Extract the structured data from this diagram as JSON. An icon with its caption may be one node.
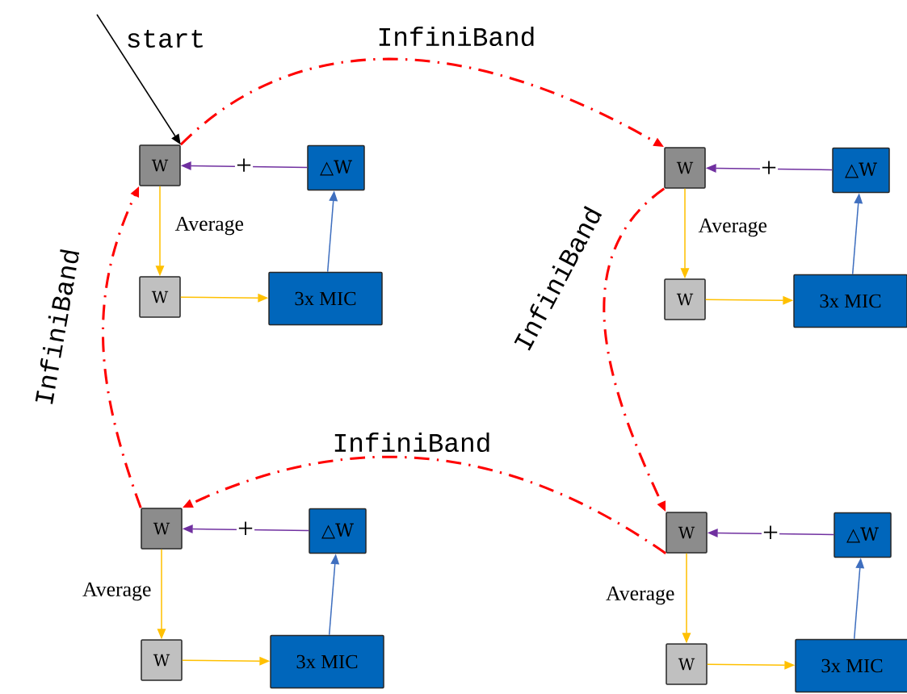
{
  "diagram": {
    "nodes": [
      {
        "text": [
          "W"
        ]
      },
      {
        "text": [
          "△W"
        ]
      },
      {
        "text": [
          "W"
        ]
      },
      {
        "text": [
          "3x MIC"
        ]
      },
      {
        "text": [
          "W"
        ]
      },
      {
        "text": [
          "△W"
        ]
      },
      {
        "text": [
          "W"
        ]
      },
      {
        "text": [
          "3x MIC"
        ]
      },
      {
        "text": [
          "W"
        ]
      },
      {
        "text": [
          "△W"
        ]
      },
      {
        "text": [
          "W"
        ]
      },
      {
        "text": [
          "3x MIC"
        ]
      },
      {
        "text": [
          "W"
        ]
      },
      {
        "text": [
          "△W"
        ]
      },
      {
        "text": [
          "W"
        ]
      },
      {
        "text": [
          "3x MIC"
        ]
      }
    ],
    "edges": [
      {
        "from": 1,
        "to": 0,
        "arrow": "to",
        "label": "+",
        "color": "#7030a0"
      },
      {
        "from": 0,
        "to": 2,
        "arrow": "to",
        "label": "Average",
        "color": "#ffc000"
      },
      {
        "from": 2,
        "to": 3,
        "arrow": "to",
        "color": "#ffc000"
      },
      {
        "from": 3,
        "to": 1,
        "arrow": "to",
        "color": "#3f6fbf"
      },
      {
        "from": 5,
        "to": 4,
        "arrow": "to",
        "label": "+",
        "color": "#7030a0"
      },
      {
        "from": 4,
        "to": 6,
        "arrow": "to",
        "label": "Average",
        "color": "#ffc000"
      },
      {
        "from": 6,
        "to": 7,
        "arrow": "to",
        "color": "#ffc000"
      },
      {
        "from": 7,
        "to": 5,
        "arrow": "to",
        "color": "#3f6fbf"
      },
      {
        "from": 9,
        "to": 8,
        "arrow": "to",
        "label": "+",
        "color": "#7030a0"
      },
      {
        "from": 8,
        "to": 10,
        "arrow": "to",
        "label": "Average",
        "color": "#ffc000"
      },
      {
        "from": 10,
        "to": 11,
        "arrow": "to",
        "color": "#ffc000"
      },
      {
        "from": 11,
        "to": 9,
        "arrow": "to",
        "color": "#3f6fbf"
      },
      {
        "from": 13,
        "to": 12,
        "arrow": "to",
        "label": "+",
        "color": "#7030a0"
      },
      {
        "from": 12,
        "to": 14,
        "arrow": "to",
        "label": "Average",
        "color": "#ffc000"
      },
      {
        "from": 14,
        "to": 15,
        "arrow": "to",
        "color": "#ffc000"
      },
      {
        "from": 15,
        "to": 13,
        "arrow": "to",
        "color": "#3f6fbf"
      },
      {
        "from": 0,
        "to": 4,
        "arrow": "to",
        "label": "InfiniBand",
        "style": "dashed",
        "color": "#ff0000"
      },
      {
        "from": 4,
        "to": 12,
        "arrow": "to",
        "label": "InfiniBand",
        "style": "dashed",
        "color": "#ff0000"
      },
      {
        "from": 12,
        "to": 8,
        "arrow": "to",
        "label": "InfiniBand",
        "style": "dashed",
        "color": "#ff0000"
      },
      {
        "from": 8,
        "to": 0,
        "arrow": "to",
        "label": "InfiniBand",
        "style": "dashed",
        "color": "#ff0000"
      },
      {
        "from": null,
        "to": 0,
        "arrow": "to",
        "color": "#000000"
      }
    ],
    "labels": [
      "start"
    ]
  }
}
